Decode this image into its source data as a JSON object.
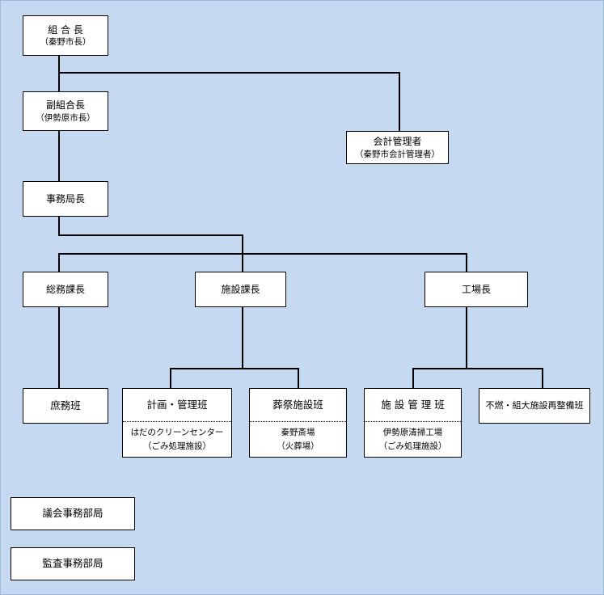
{
  "org": {
    "kumiaicho": {
      "title": "組 合 長",
      "sub": "（秦野市長）"
    },
    "fuku_kumiaicho": {
      "title": "副組合長",
      "sub": "（伊勢原市長）"
    },
    "kaikei_kanrisha": {
      "title": "会計管理者",
      "sub": "（秦野市会計管理者）"
    },
    "jimukyokucho": {
      "title": "事務局長"
    },
    "somu_kacho": {
      "title": "総務課長"
    },
    "shisetsu_kacho": {
      "title": "施設課長"
    },
    "kojocho": {
      "title": "工場長"
    },
    "shomu_han": {
      "title": "庶務班"
    },
    "keikaku_kanri_han": {
      "title": "計画・管理班",
      "line1": "はだのクリーンセンター",
      "line2": "（ごみ処理施設）"
    },
    "sosai_shisetsu_han": {
      "title": "葬祭施設班",
      "line1": "秦野斎場",
      "line2": "（火葬場）"
    },
    "shisetsu_kanri_han": {
      "title": "施 設 管 理 班",
      "line1": "伊勢原清掃工場",
      "line2": "（ごみ処理施設）"
    },
    "funen_han": {
      "title": "不燃・組大施設再整備班"
    },
    "gikai_jimu": {
      "title": "議会事務部局"
    },
    "kansa_jimu": {
      "title": "監査事務部局"
    }
  }
}
